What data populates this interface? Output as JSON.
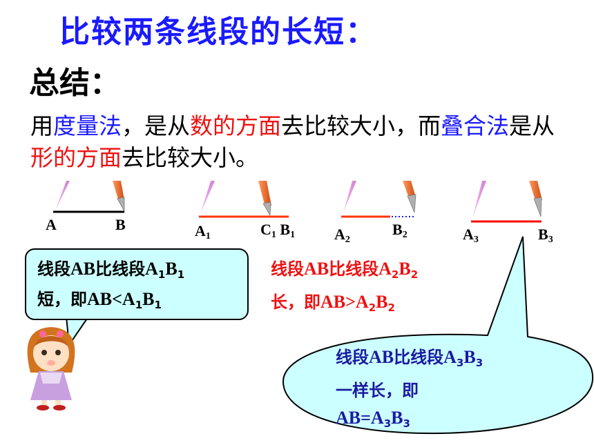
{
  "title": "比较两条线段的长短：",
  "summary": "总结：",
  "conclusion": {
    "p1": "用",
    "p2": "度量法",
    "p3": "，是从",
    "p4": "数的方面",
    "p5": "去比较大小，而",
    "p6": "叠合法",
    "p7": "是从",
    "p8": "形的方面",
    "p9": "去比较大小。"
  },
  "labels": {
    "a": "A",
    "b": "B",
    "a1": "A",
    "a1_sub": "1",
    "c1": "C",
    "c1_sub": "1",
    "b1": "B",
    "b1_sub": "1",
    "a2": "A",
    "a2_sub": "2",
    "b2": "B",
    "b2_sub": "2",
    "a3": "A",
    "a3_sub": "3",
    "b3": "B",
    "b3_sub": "3"
  },
  "callout_left": {
    "l1a": "线段",
    "l1b": "AB",
    "l1c": "比线段",
    "l1d": "A",
    "l1e": "1",
    "l1f": "B",
    "l1g": "1",
    "l2a": "短，即",
    "l2b": "AB<A",
    "l2c": "1",
    "l2d": "B",
    "l2e": "1"
  },
  "note_red": {
    "l1a": "线段",
    "l1b": "AB",
    "l1c": "比线段",
    "l1d": "A",
    "l1e": "2",
    "l1f": "B",
    "l1g": "2",
    "l2a": "长，即",
    "l2b": "AB>A",
    "l2c": "2",
    "l2d": "B",
    "l2e": "2"
  },
  "callout_oval": {
    "l1a": "线段",
    "l1b": "AB",
    "l1c": "比线段",
    "l1d": "A",
    "l1e": "3",
    "l1f": "B",
    "l1g": "3",
    "l2": "一样长，即",
    "l3a": "AB=A",
    "l3b": "3",
    "l3c": "B",
    "l3d": "3"
  },
  "colors": {
    "title": "#1a1aff",
    "highlight_blue": "#1a1aff",
    "highlight_red": "#ee1111",
    "segment_red": "#ff3300",
    "callout_fill": "#ccffff"
  }
}
